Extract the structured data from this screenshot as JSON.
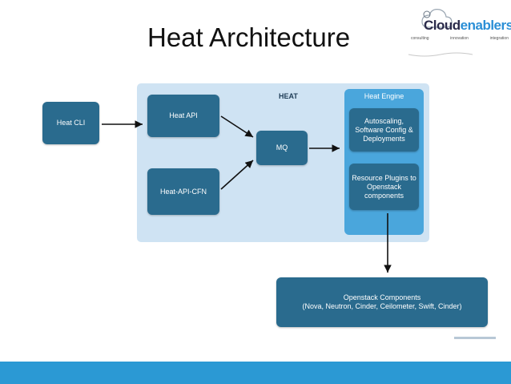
{
  "slide": {
    "title": "Heat Architecture"
  },
  "logo": {
    "word_part1": "Cloud",
    "word_part2": "enablers",
    "tagline": [
      "consulting",
      "innovation",
      "integration"
    ]
  },
  "diagram": {
    "heat_label": "HEAT",
    "engine_label": "Heat Engine",
    "nodes": {
      "heat_cli": "Heat CLI",
      "heat_api": "Heat API",
      "heat_api_cfn": "Heat-API-CFN",
      "mq": "MQ",
      "autoscaling": "Autoscaling,\nSoftware Config &\nDeployments",
      "resource_plugins": "Resource Plugins to\nOpenstack\ncomponents",
      "openstack": "Openstack Components\n(Nova, Neutron, Cinder, Ceilometer, Swift, Cinder)"
    }
  },
  "colors": {
    "box": "#2a6b8e",
    "heat_panel": "#cfe3f3",
    "engine_panel": "#4aa6dc",
    "footer_bar": "#2b99d4"
  }
}
